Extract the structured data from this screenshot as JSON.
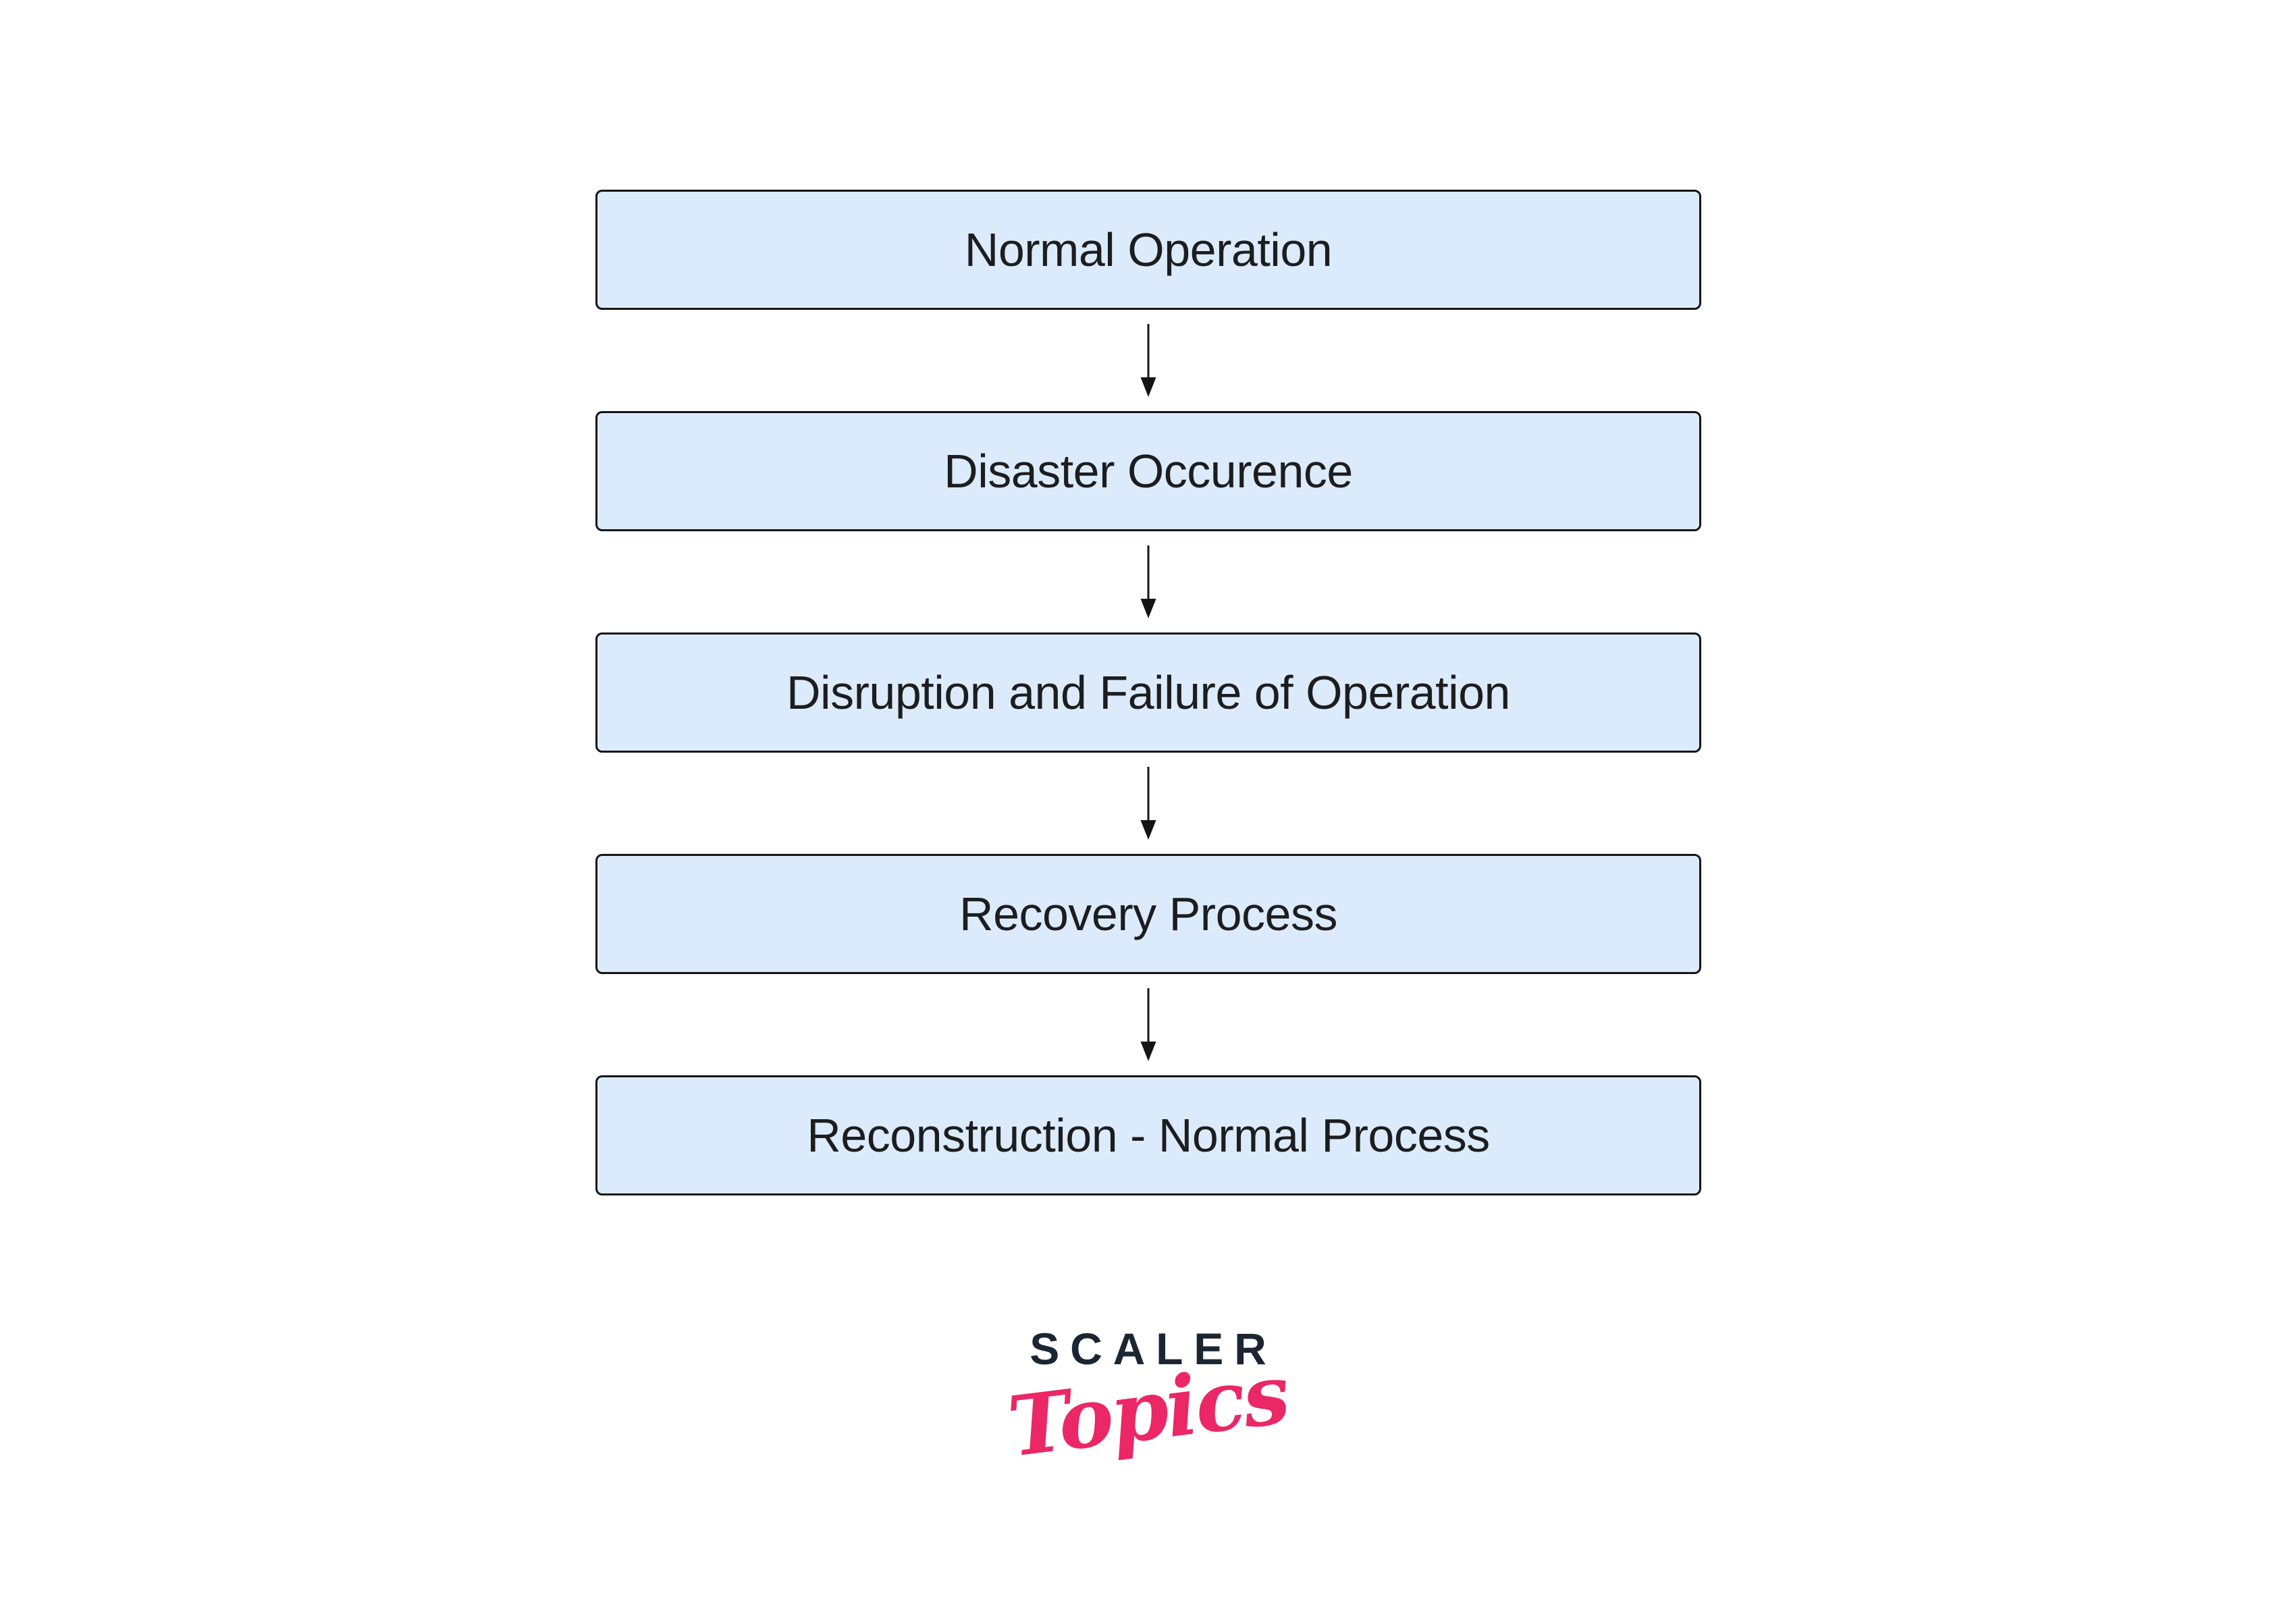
{
  "flowchart": {
    "steps": [
      {
        "label": "Normal Operation"
      },
      {
        "label": "Disaster Occurence"
      },
      {
        "label": "Disruption and Failure of Operation"
      },
      {
        "label": "Recovery Process"
      },
      {
        "label": "Reconstruction - Normal Process"
      }
    ]
  },
  "logo": {
    "brand": "SCALER",
    "sub": "Topics"
  },
  "colors": {
    "page_bg": "#ffffff",
    "box_fill": "#dcebfc",
    "box_border": "#141414",
    "box_text": "#1d1d1f",
    "arrow": "#141414",
    "brand_navy": "#1c2633",
    "brand_pink": "#eb2766"
  }
}
